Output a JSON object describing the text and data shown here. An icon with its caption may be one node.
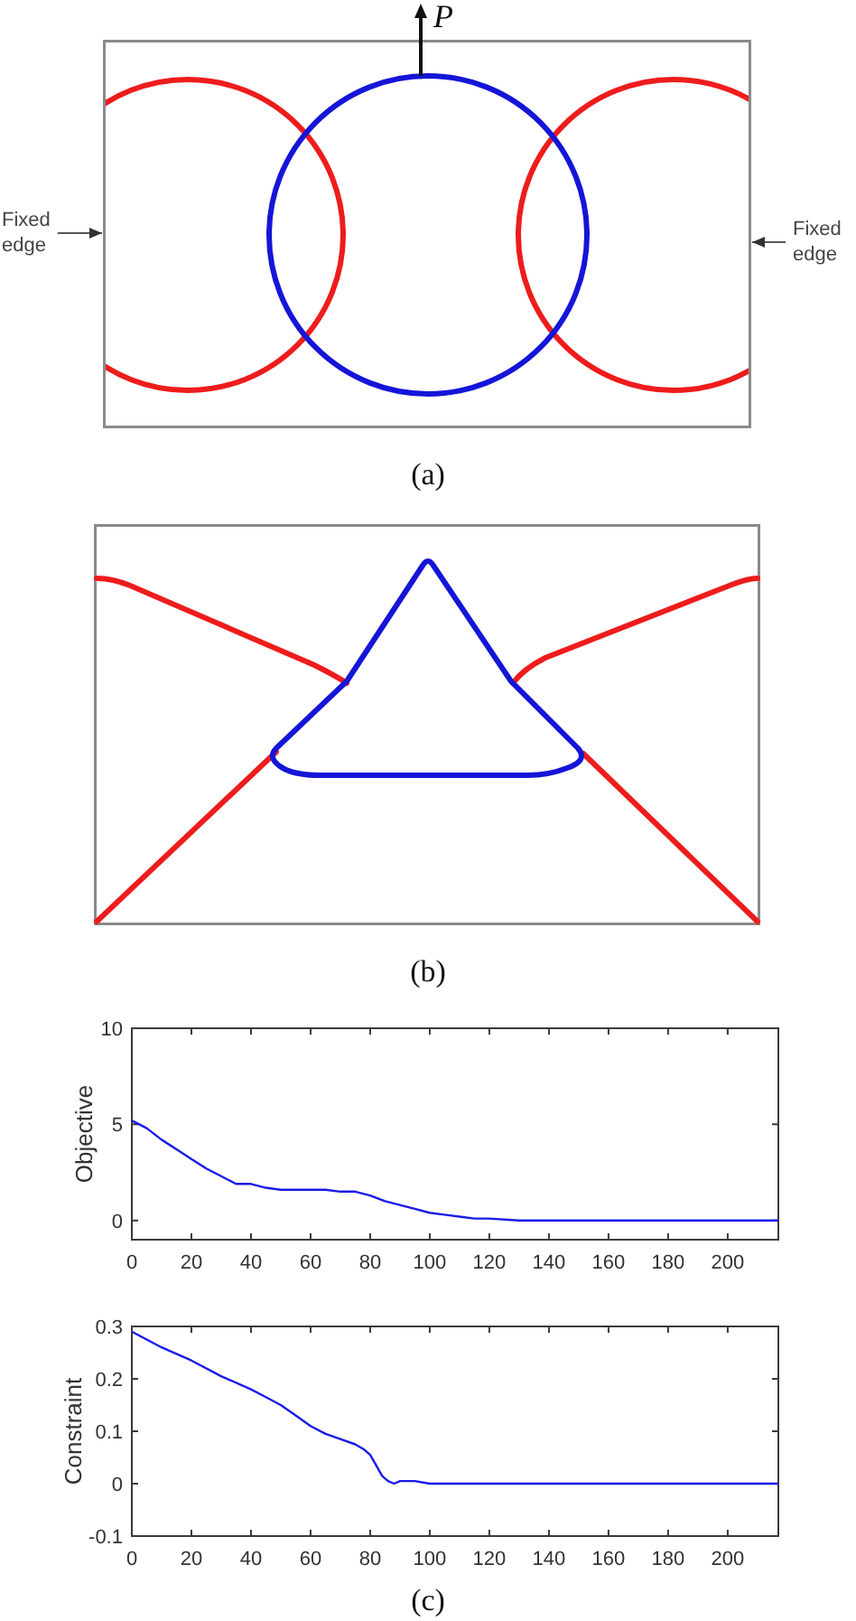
{
  "diagram": {
    "nodes": [
      {
        "text": [],
        "shape": "box"
      },
      {
        "text": [
          "Fixed edge"
        ]
      },
      {
        "text": [
          "Fixed edge"
        ]
      }
    ],
    "edges": [
      {
        "from": 1,
        "to": 0,
        "arrow": "to"
      },
      {
        "from": 2,
        "to": 0,
        "arrow": "to"
      }
    ],
    "labels": [
      "P",
      "(a)",
      "(b)",
      "(c)"
    ],
    "chart_data": [
      {
        "type": "line",
        "ylabel": "Objective",
        "x": [
          0,
          5,
          10,
          15,
          20,
          25,
          30,
          35,
          40,
          45,
          50,
          55,
          60,
          65,
          70,
          75,
          80,
          85,
          90,
          95,
          100,
          105,
          110,
          115,
          120,
          130,
          140,
          150,
          160,
          170,
          180,
          190,
          200,
          210,
          217
        ],
        "series": [
          {
            "color": "#1a1ae6",
            "values": [
              5.2,
              4.8,
              4.2,
              3.7,
              3.2,
              2.7,
              2.3,
              1.9,
              1.9,
              1.7,
              1.6,
              1.6,
              1.6,
              1.6,
              1.5,
              1.5,
              1.3,
              1.0,
              0.8,
              0.6,
              0.4,
              0.3,
              0.2,
              0.1,
              0.1,
              0.0,
              0.0,
              0.0,
              0.0,
              0.0,
              0.0,
              0.0,
              0.0,
              0.0,
              0.0
            ]
          }
        ],
        "xlim": [
          0,
          217
        ],
        "ylim": [
          -1,
          10
        ],
        "xticks": [
          0,
          20,
          40,
          60,
          80,
          100,
          120,
          140,
          160,
          180,
          200
        ],
        "yticks": [
          0,
          5,
          10
        ]
      },
      {
        "type": "line",
        "ylabel": "Constraint",
        "x": [
          0,
          10,
          20,
          30,
          40,
          45,
          50,
          55,
          60,
          65,
          70,
          75,
          78,
          80,
          82,
          84,
          86,
          88,
          90,
          95,
          100,
          110,
          120,
          130,
          140,
          145,
          150,
          160,
          170,
          180,
          190,
          200,
          210,
          217
        ],
        "series": [
          {
            "color": "#1a1ae6",
            "values": [
              0.29,
              0.26,
              0.235,
              0.205,
              0.18,
              0.165,
              0.15,
              0.13,
              0.11,
              0.095,
              0.085,
              0.075,
              0.065,
              0.055,
              0.035,
              0.015,
              0.005,
              0.0,
              0.005,
              0.005,
              0.0,
              0.0,
              0.0,
              0.0,
              0.0,
              0.0,
              0.0,
              0.0,
              0.0,
              0.0,
              0.0,
              0.0,
              0.0,
              0.0
            ]
          }
        ],
        "xlim": [
          0,
          217
        ],
        "ylim": [
          -0.1,
          0.3
        ],
        "xticks": [
          0,
          20,
          40,
          60,
          80,
          100,
          120,
          140,
          160,
          180,
          200
        ],
        "yticks": [
          -0.1,
          0,
          0.1,
          0.2,
          0.3
        ]
      }
    ]
  }
}
